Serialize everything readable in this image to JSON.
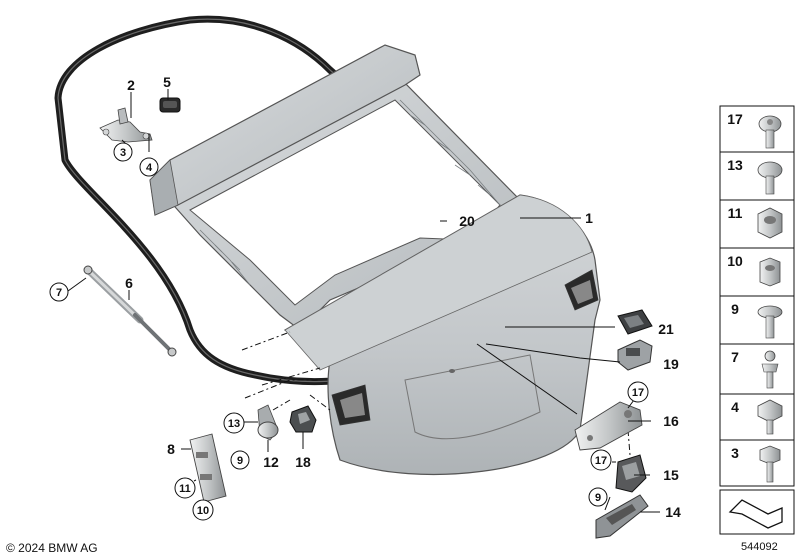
{
  "footer": {
    "copyright": "© 2024 BMW AG",
    "diagram_number": "544092"
  },
  "callouts": {
    "p1": "1",
    "p2": "2",
    "p3": "3",
    "p4": "4",
    "p5": "5",
    "p6": "6",
    "p7": "7",
    "p8": "8",
    "p9": "9",
    "p9b": "9",
    "p10": "10",
    "p11": "11",
    "p12": "12",
    "p13": "13",
    "p14": "14",
    "p15": "15",
    "p16": "16",
    "p17": "17",
    "p17b": "17",
    "p18": "18",
    "p19": "19",
    "p20": "20",
    "p21": "21"
  },
  "parts_column": [
    "17",
    "13",
    "11",
    "10",
    "9",
    "7",
    "4",
    "3"
  ],
  "colors": {
    "panel": "#c9cdd0",
    "panel_dark": "#9ea3a7",
    "seal": "#1e1e1e",
    "line": "#111111",
    "frame": "#555555"
  }
}
